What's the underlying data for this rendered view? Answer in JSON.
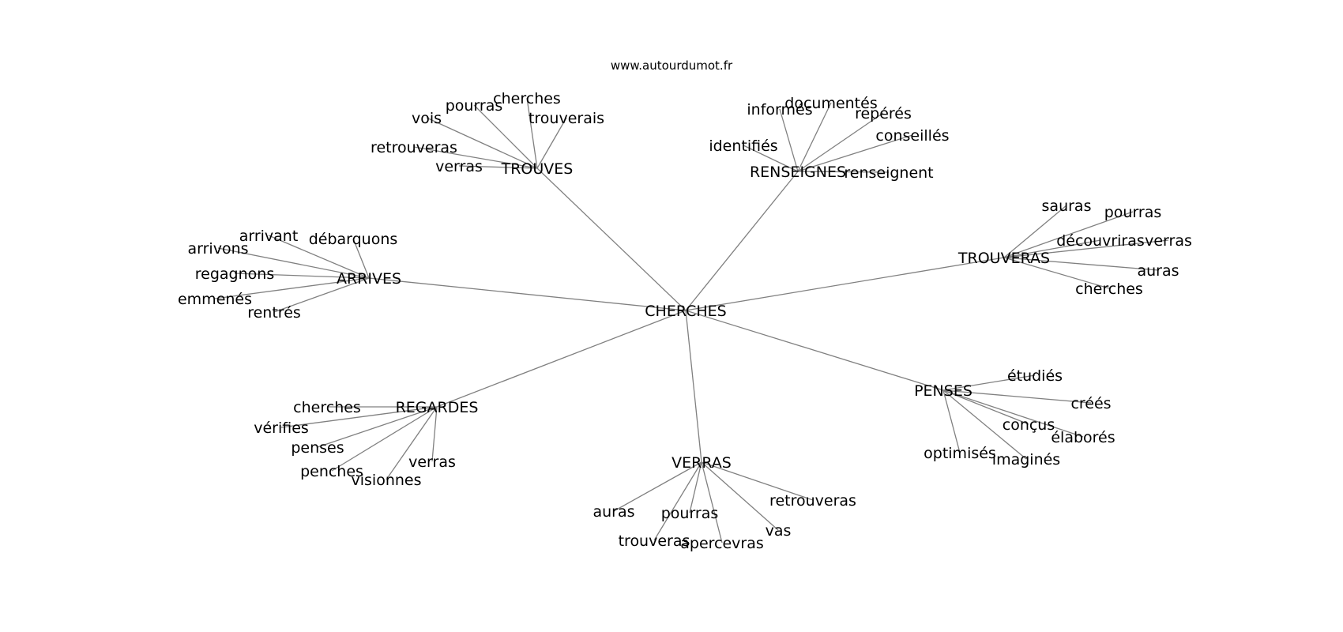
{
  "source": "www.autourdumot.fr",
  "colors": {
    "edge": "#808080",
    "text": "#000000",
    "background": "#ffffff"
  },
  "graph": {
    "center": {
      "label": "CHERCHES"
    },
    "groups": [
      {
        "label": "TROUVES",
        "leaves": [
          "cherches",
          "pourras",
          "vois",
          "trouverais",
          "retrouveras",
          "verras"
        ]
      },
      {
        "label": "RENSEIGNES",
        "leaves": [
          "documentés",
          "informés",
          "repérés",
          "conseillés",
          "identifiés",
          "renseignent"
        ]
      },
      {
        "label": "TROUVERAS",
        "leaves": [
          "sauras",
          "pourras",
          "découvriras",
          "verras",
          "auras",
          "cherches"
        ]
      },
      {
        "label": "ARRIVES",
        "leaves": [
          "arrivant",
          "débarquons",
          "arrivons",
          "regagnons",
          "emmenés",
          "rentrés"
        ]
      },
      {
        "label": "PENSES",
        "leaves": [
          "étudiés",
          "créés",
          "conçus",
          "élaborés",
          "optimisés",
          "imaginés"
        ]
      },
      {
        "label": "REGARDES",
        "leaves": [
          "cherches",
          "vérifies",
          "penses",
          "verras",
          "penches",
          "visionnes"
        ]
      },
      {
        "label": "VERRAS",
        "leaves": [
          "retrouveras",
          "auras",
          "pourras",
          "vas",
          "trouveras",
          "apercevras"
        ]
      }
    ]
  }
}
